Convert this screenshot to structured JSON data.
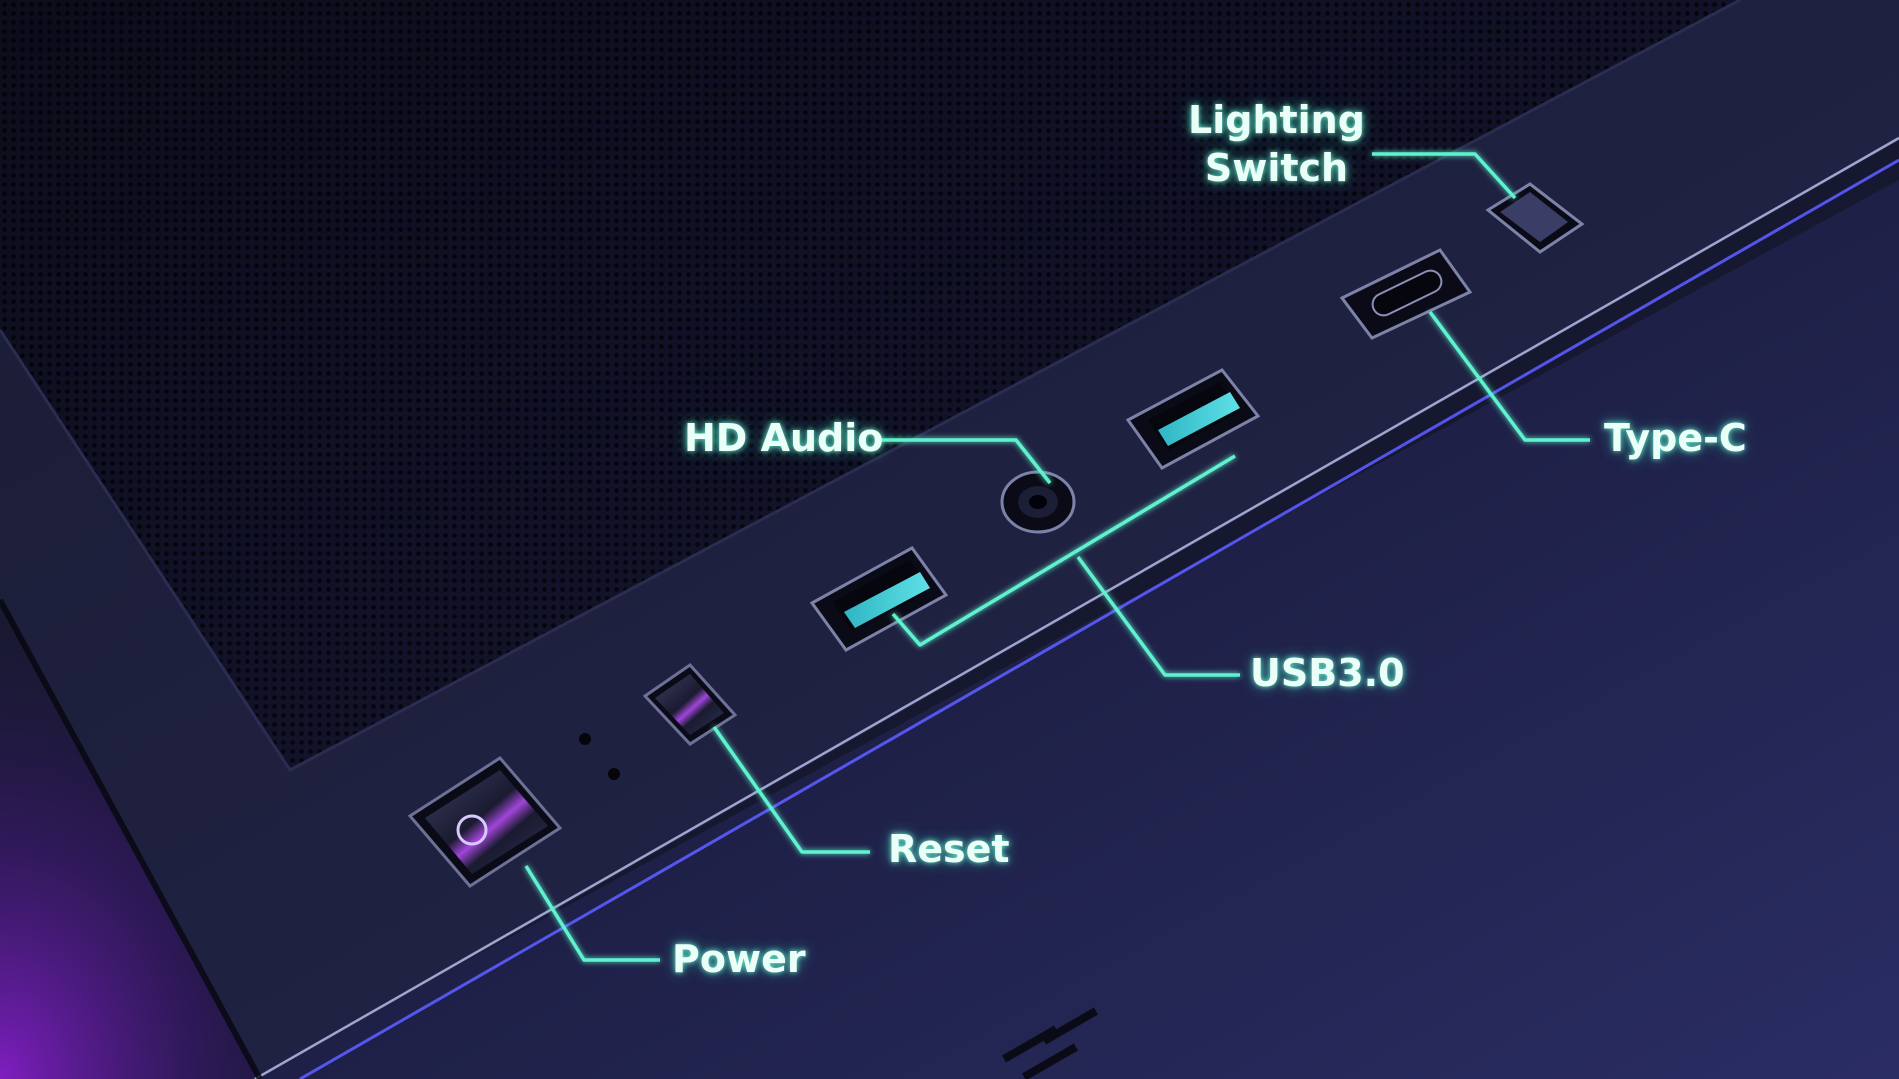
{
  "labels": {
    "lighting_switch_line1": "Lighting",
    "lighting_switch_line2": "Switch",
    "hd_audio": "HD Audio",
    "type_c": "Type-C",
    "usb30": "USB3.0",
    "reset": "Reset",
    "power": "Power"
  },
  "colors": {
    "callout_line": "#5ef2cf",
    "label_text": "#eafff8",
    "panel_dark": "#15172b",
    "accent_blue": "#5a5cff",
    "accent_purple": "#9b2bd8",
    "usb_insert": "#3ad0d6"
  },
  "icons": {
    "power_button": "power-icon",
    "reset_button": "reset-button",
    "audio_jack": "audio-jack",
    "usb_port": "usb-a-port",
    "typec_port": "usb-c-port",
    "lighting_button": "lighting-switch-button"
  }
}
